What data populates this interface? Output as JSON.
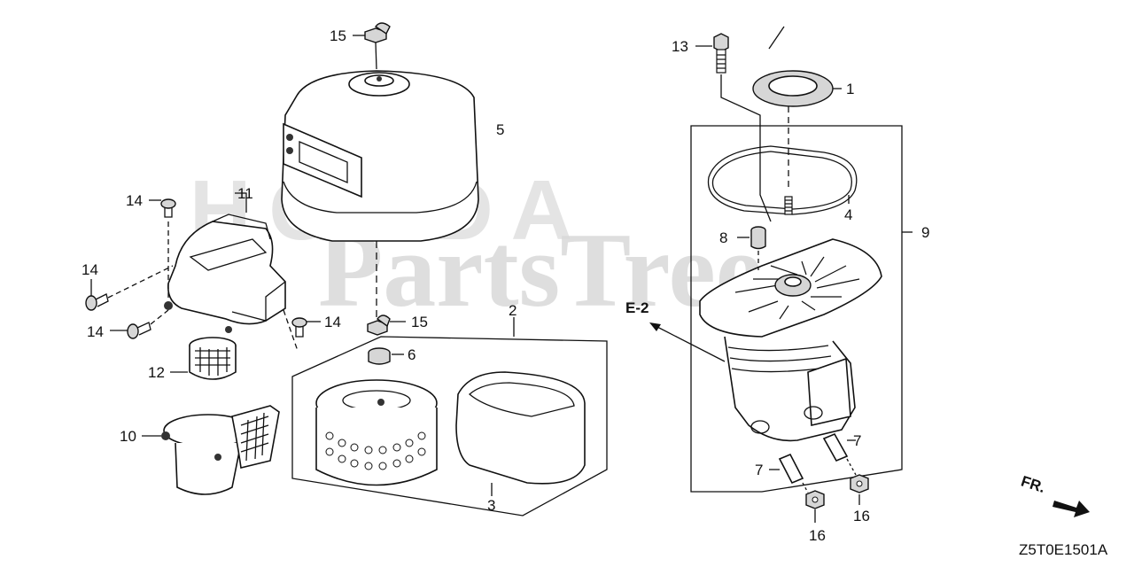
{
  "watermark": {
    "brand": "HONDA",
    "site": "PartsTree"
  },
  "callouts": {
    "c1": "1",
    "c2": "2",
    "c3": "3",
    "c4": "4",
    "c5": "5",
    "c6": "6",
    "c7a": "7",
    "c7b": "7",
    "c8": "8",
    "c9": "9",
    "c10": "10",
    "c11": "11",
    "c12": "12",
    "c13": "13",
    "c14a": "14",
    "c14b": "14",
    "c14c": "14",
    "c14d": "14",
    "c15a": "15",
    "c15b": "15",
    "c16a": "16",
    "c16b": "16"
  },
  "reference": "E-2",
  "front_marker": "FR.",
  "diagram_code": "Z5T0E1501A"
}
